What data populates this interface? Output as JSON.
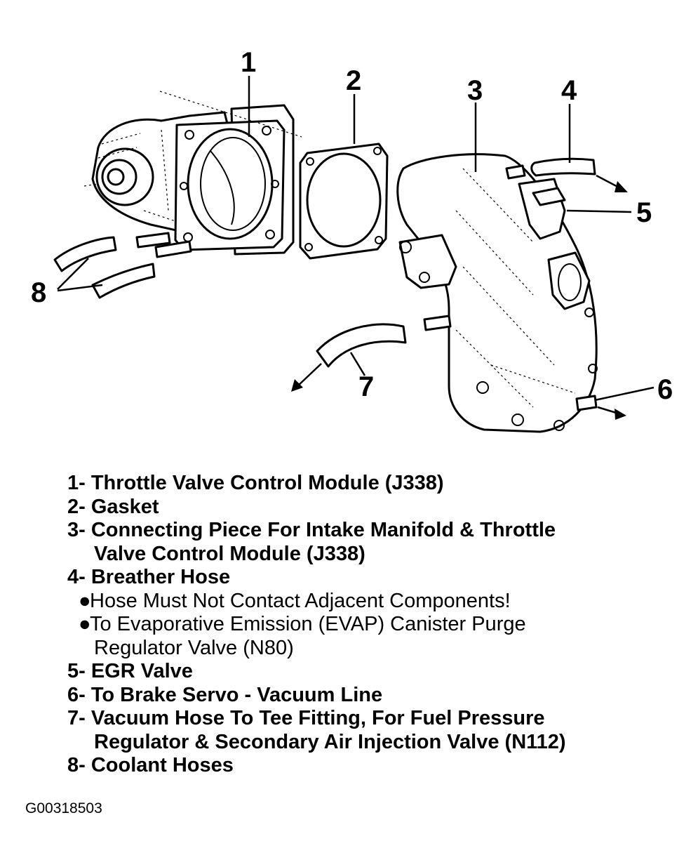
{
  "callouts": [
    "1",
    "2",
    "3",
    "4",
    "5",
    "6",
    "7",
    "8"
  ],
  "legend": {
    "item1": "1- Throttle Valve Control Module (J338)",
    "item2": "2- Gasket",
    "item3_line1": "3- Connecting Piece For Intake Manifold & Throttle",
    "item3_line2": "Valve Control Module (J338)",
    "item4": "4- Breather Hose",
    "bullet_mark": "●",
    "item4_bullet1": "Hose Must Not Contact Adjacent Components!",
    "item4_bullet2_line1": "To Evaporative Emission (EVAP) Canister Purge",
    "item4_bullet2_line2": "Regulator Valve (N80)",
    "item5": "5- EGR Valve",
    "item6": "6- To Brake Servo - Vacuum Line",
    "item7_line1": "7- Vacuum Hose To Tee Fitting, For Fuel Pressure",
    "item7_line2": "Regulator & Secondary Air Injection Valve (N112)",
    "item8": "8- Coolant Hoses"
  },
  "figure_id": "G00318503"
}
